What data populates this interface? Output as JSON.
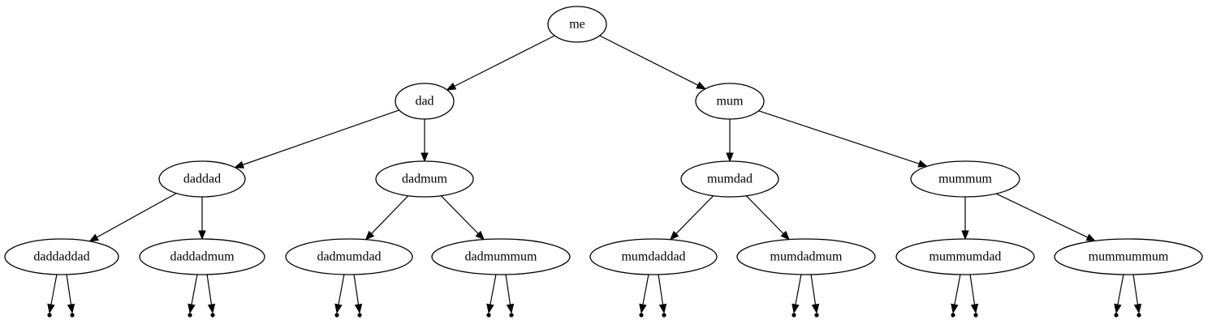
{
  "diagram": {
    "type": "binary-family-tree",
    "nodes": [
      {
        "id": "me",
        "label": "me"
      },
      {
        "id": "dad",
        "label": "dad"
      },
      {
        "id": "mum",
        "label": "mum"
      },
      {
        "id": "daddad",
        "label": "daddad"
      },
      {
        "id": "dadmum",
        "label": "dadmum"
      },
      {
        "id": "mumdad",
        "label": "mumdad"
      },
      {
        "id": "mummum",
        "label": "mummum"
      },
      {
        "id": "daddaddad",
        "label": "daddaddad"
      },
      {
        "id": "daddadmum",
        "label": "daddadmum"
      },
      {
        "id": "dadmumdad",
        "label": "dadmumdad"
      },
      {
        "id": "dadmummum",
        "label": "dadmummum"
      },
      {
        "id": "mumdaddad",
        "label": "mumdaddad"
      },
      {
        "id": "mumdadmum",
        "label": "mumdadmum"
      },
      {
        "id": "mummumdad",
        "label": "mummumdad"
      },
      {
        "id": "mummummum",
        "label": "mummummum"
      }
    ],
    "edges": [
      {
        "from": "me",
        "to": "dad"
      },
      {
        "from": "me",
        "to": "mum"
      },
      {
        "from": "dad",
        "to": "daddad"
      },
      {
        "from": "dad",
        "to": "dadmum"
      },
      {
        "from": "mum",
        "to": "mumdad"
      },
      {
        "from": "mum",
        "to": "mummum"
      },
      {
        "from": "daddad",
        "to": "daddaddad"
      },
      {
        "from": "daddad",
        "to": "daddadmum"
      },
      {
        "from": "dadmum",
        "to": "dadmumdad"
      },
      {
        "from": "dadmum",
        "to": "dadmummum"
      },
      {
        "from": "mumdad",
        "to": "mumdaddad"
      },
      {
        "from": "mumdad",
        "to": "mumdadmum"
      },
      {
        "from": "mummum",
        "to": "mummumdad"
      },
      {
        "from": "mummum",
        "to": "mummummum"
      }
    ],
    "leaf_edges_per_node": 2,
    "colors": {
      "stroke": "#000000",
      "fill": "#ffffff",
      "text": "#000000"
    }
  }
}
